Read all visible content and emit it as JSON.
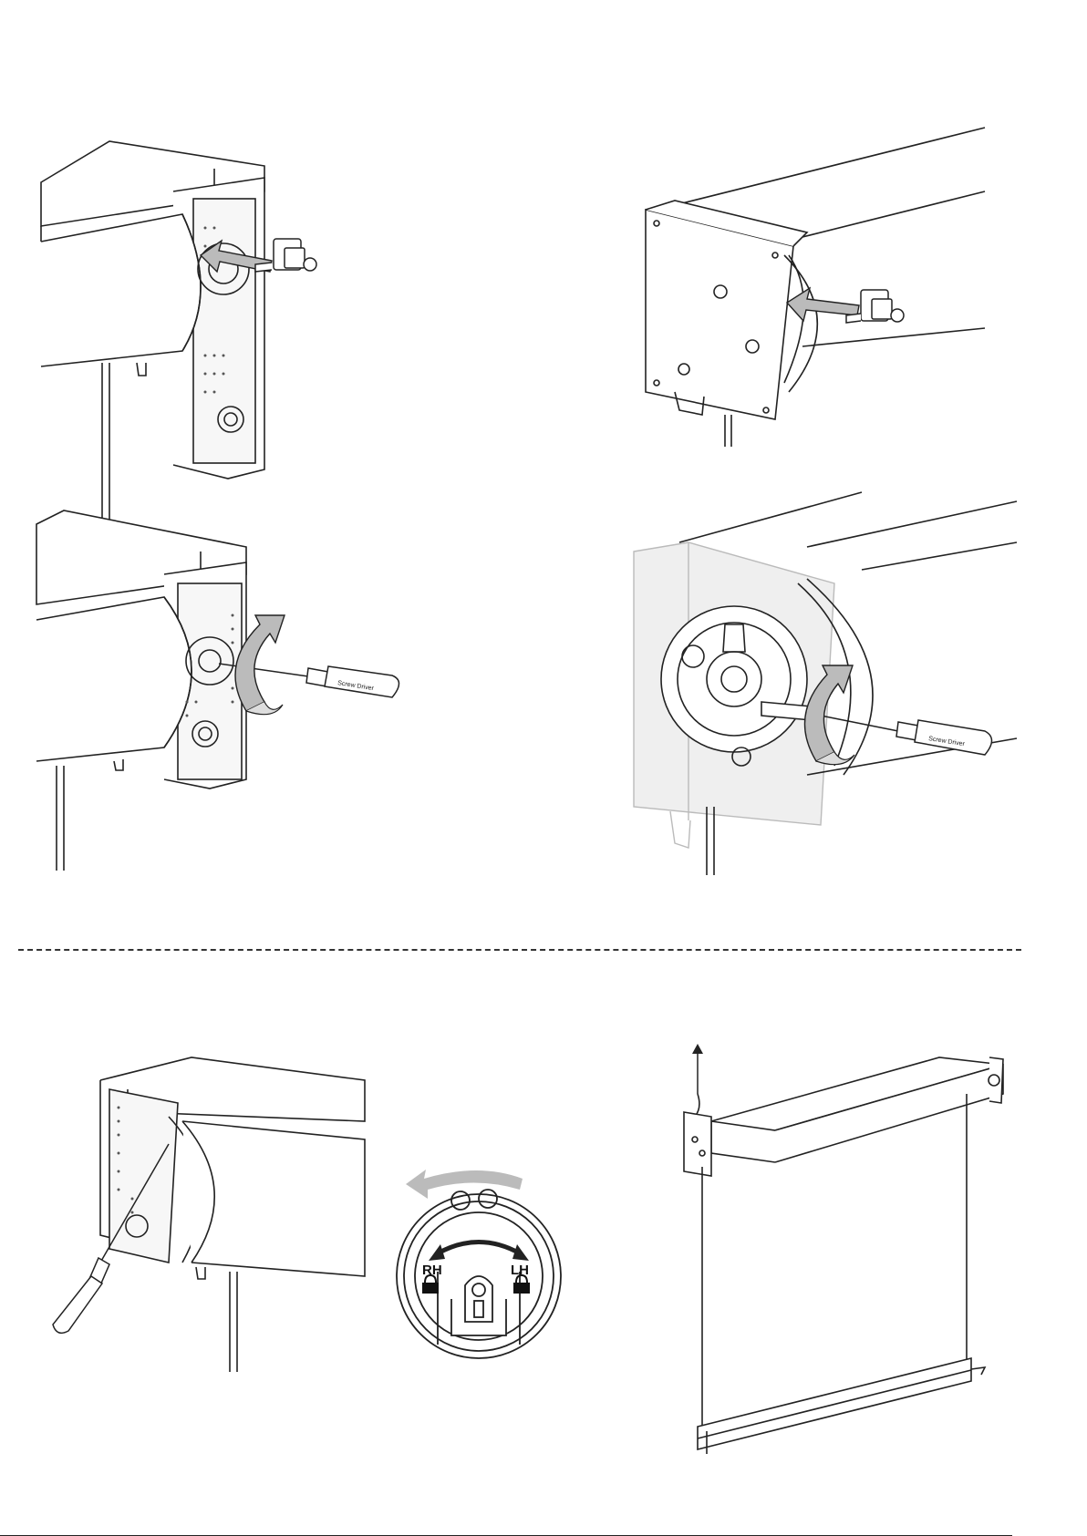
{
  "colors": {
    "line": "#222222",
    "arrow_fill": "#bbbbbb",
    "arrow_stroke": "#222222",
    "ghost": "#d9d9d9"
  },
  "labels": {
    "screwdriver_brand": "Screw Driver",
    "rh": "RH",
    "lh": "LH"
  },
  "icons": [
    "insert-arrow-icon",
    "rotate-arrow-icon",
    "bidirectional-arrow-icon",
    "lock-icon",
    "up-arrow-icon"
  ]
}
